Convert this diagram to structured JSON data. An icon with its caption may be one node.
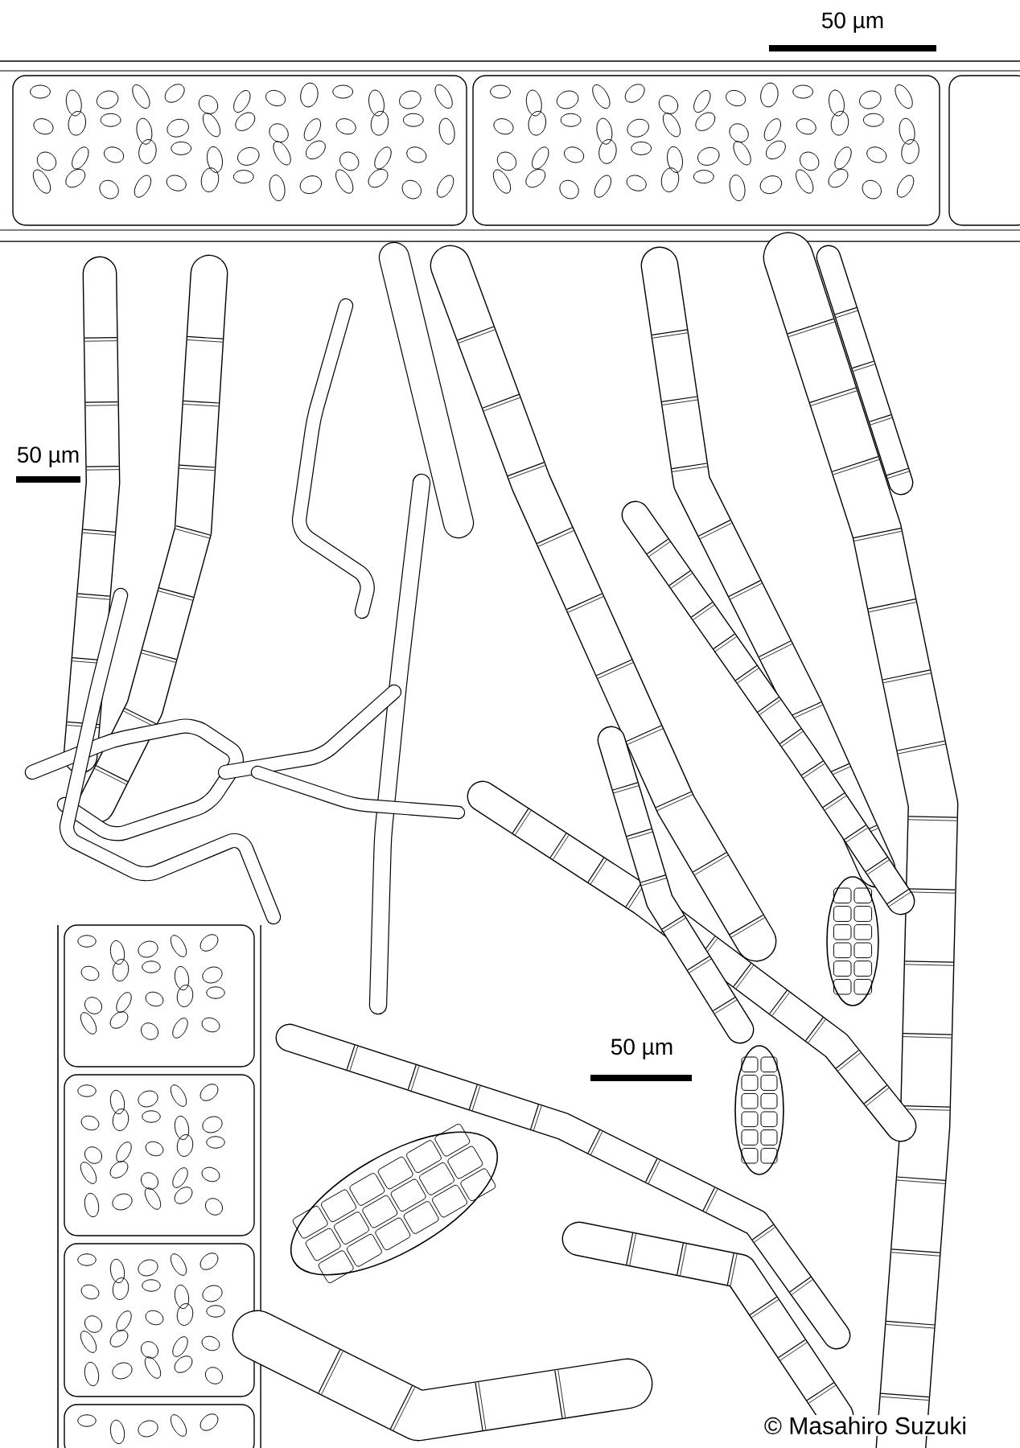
{
  "diagram": {
    "labels": [
      "50 µm",
      "50 µm",
      "50 µm",
      "© Masahiro Suzuki"
    ]
  }
}
